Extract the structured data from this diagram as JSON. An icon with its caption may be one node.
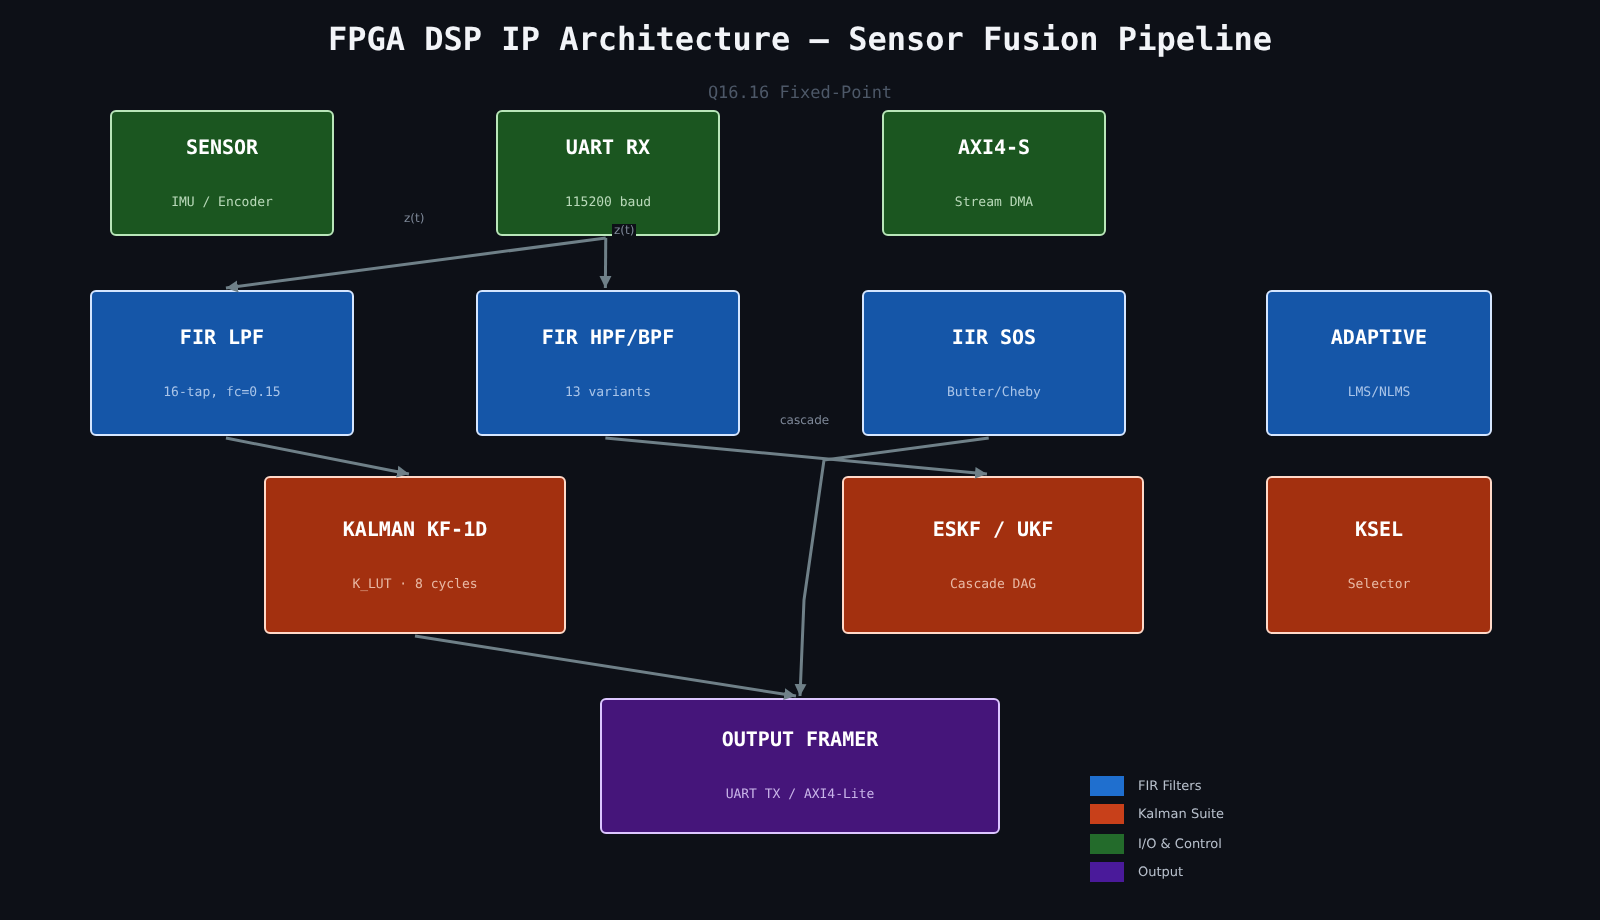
{
  "diagram": {
    "title": "FPGA DSP IP Architecture — Sensor Fusion Pipeline",
    "labels": [
      "Q16.16 Fixed-Point"
    ],
    "nodes": [
      {
        "text": [
          "SENSOR",
          "IMU / Encoder"
        ]
      },
      {
        "text": [
          "UART RX",
          "115200 baud"
        ]
      },
      {
        "text": [
          "AXI4-S",
          "Stream DMA"
        ]
      },
      {
        "text": [
          "FIR LPF",
          "16-tap, fc=0.15"
        ]
      },
      {
        "text": [
          "FIR HPF/BPF",
          "13 variants"
        ]
      },
      {
        "text": [
          "IIR SOS",
          "Butter/Cheby"
        ]
      },
      {
        "text": [
          "ADAPTIVE",
          "LMS/NLMS"
        ]
      },
      {
        "text": [
          "KALMAN KF-1D",
          "K_LUT · 8 cycles"
        ]
      },
      {
        "text": [
          "ESKF / UKF",
          "Cascade DAG"
        ]
      },
      {
        "text": [
          "KSEL",
          "Selector"
        ]
      },
      {
        "text": [
          "OUTPUT FRAMER",
          "UART TX / AXI4-Lite"
        ]
      }
    ],
    "edges": [
      {
        "from": 1,
        "to": 3,
        "arrow": "to",
        "label": "z(t)"
      },
      {
        "from": 1,
        "to": 4,
        "arrow": "to",
        "label": "z(t)"
      },
      {
        "from": 3,
        "to": 7,
        "arrow": "to"
      },
      {
        "from": 4,
        "to": 8,
        "arrow": "to",
        "label": "cascade"
      },
      {
        "from": 5,
        "to": 10,
        "arrow": "to"
      },
      {
        "from": 7,
        "to": 10,
        "arrow": "to"
      }
    ],
    "legend": [
      {
        "text": "FIR Filters",
        "color": "#1f6fcf"
      },
      {
        "text": "Kalman Suite",
        "color": "#c8401a"
      },
      {
        "text": "I/O & Control",
        "color": "#236b2b"
      },
      {
        "text": "Output",
        "color": "#4a1a9a"
      }
    ]
  }
}
